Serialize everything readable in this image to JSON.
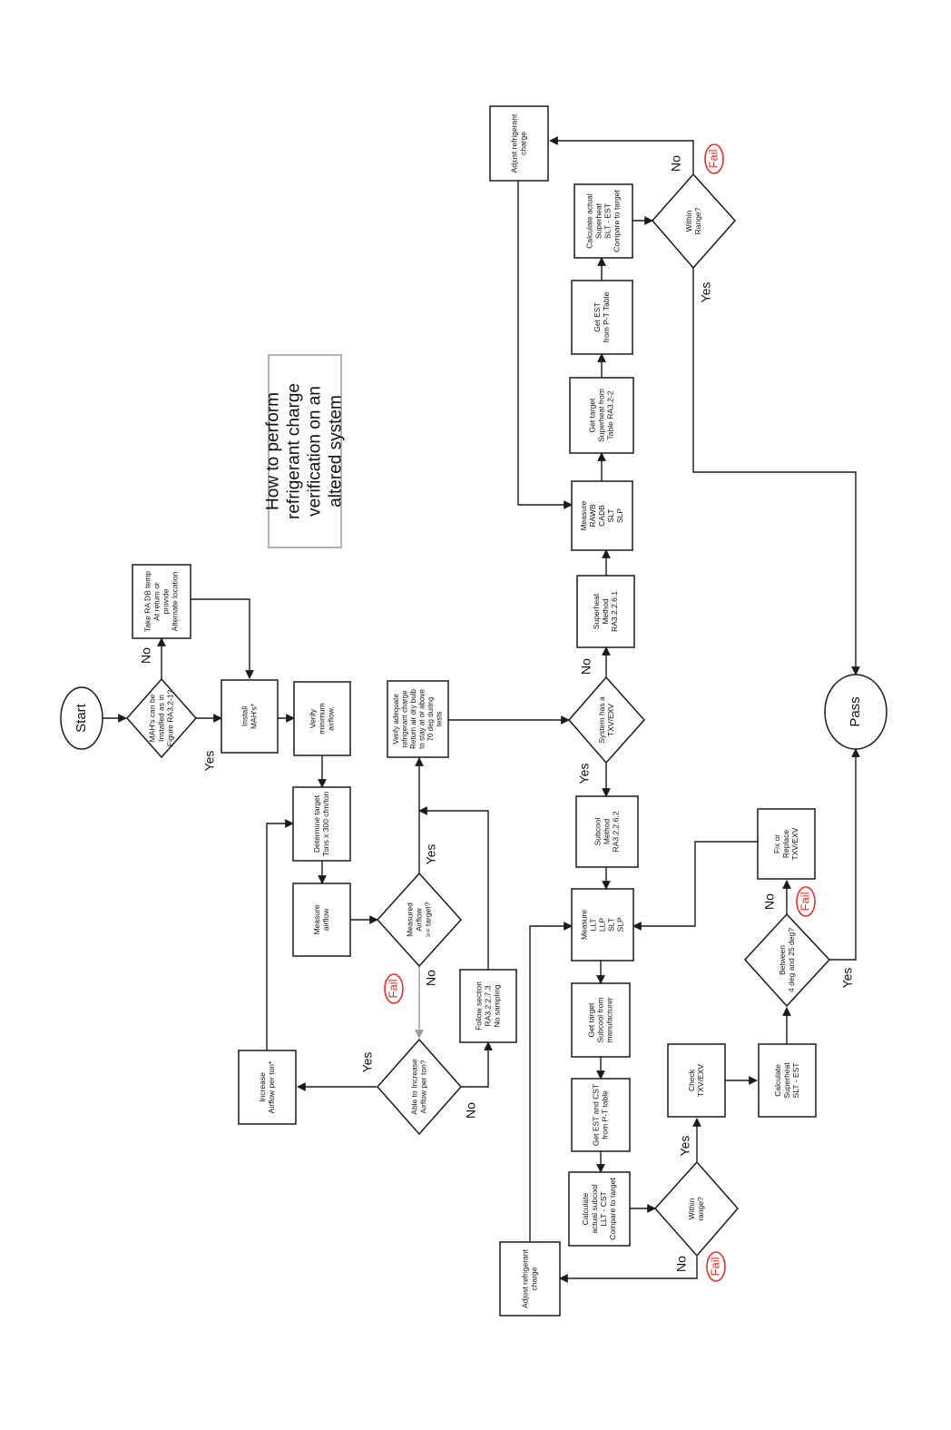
{
  "title": [
    "How to perform",
    "refrigerant charge",
    "verification on an",
    "altered system"
  ],
  "nodes": {
    "start": [
      "Start"
    ],
    "mah_question": [
      "MAH's can be",
      "Installed as in",
      "Figure RA3.2-1?"
    ],
    "take_ra_db": [
      "Take RA DB temp",
      "At return or",
      "provide",
      "Alternate location"
    ],
    "install_mah": [
      "Install",
      "MAH's*"
    ],
    "verify_min_airflow": [
      "Verify",
      "minimum",
      "airflow."
    ],
    "determine_target": [
      "Determine target",
      "Tons x 300 cfm/ton"
    ],
    "measure_airflow": [
      "Measure",
      "airflow"
    ],
    "measured_airflow_q": [
      "Measured",
      "Airflow",
      ">= target?"
    ],
    "increase_airflow": [
      "Increase",
      "Airflow per ton*"
    ],
    "able_increase_q": [
      "Able to Increase",
      "Airflow per ton?"
    ],
    "follow_section": [
      "Follow section",
      "RA3.2.2.7.3",
      "No sampling"
    ],
    "verify_charge": [
      "Verify adequate",
      "refrigerant charge",
      "Return air dry bulb",
      "to stay at or above",
      "70 deg during",
      "tests"
    ],
    "txv_q": [
      "System has a",
      "TXV/EXV"
    ],
    "superheat_method": [
      "Superheat",
      "Method",
      "RA3.2.2.6.1"
    ],
    "measure_rawb": [
      "Measure",
      "RAWB",
      "CADB",
      "SLT",
      "SLP"
    ],
    "get_target_superheat": [
      "Get target",
      "Superheat from",
      "Table RA3.2-2"
    ],
    "get_est": [
      "Get EST",
      "from P-T Table"
    ],
    "calc_superheat": [
      "Calculate actual",
      "Superheat",
      "SLT - EST",
      "Compare to target"
    ],
    "within_range_top": [
      "Within",
      "Range?"
    ],
    "adjust_charge_top": [
      "Adjust refrigerant",
      "charge"
    ],
    "pass": [
      "Pass"
    ],
    "subcool_method": [
      "Subcool",
      "Method",
      "RA3.2.2.6.2"
    ],
    "measure_llt": [
      "Measure",
      "LLT",
      "LLP",
      "SLT",
      "SLP"
    ],
    "get_target_subcool": [
      "Get target",
      "Subcool from",
      "manufacturer"
    ],
    "get_est_cst": [
      "Get EST and CST",
      "from P-T table"
    ],
    "calc_subcool": [
      "Calculate",
      "actual subcool",
      "LLT - CST",
      "Compare to target"
    ],
    "within_range_bottom": [
      "Within",
      "range?"
    ],
    "adjust_charge_bottom": [
      "Adjust refrigerant",
      "charge"
    ],
    "check_txv": [
      "Check",
      "TXV/EXV"
    ],
    "calc_superheat_sub": [
      "Calculate",
      "Superheat",
      "SLT - EST"
    ],
    "between_q": [
      "Between",
      "4 deg and 25 deg?"
    ],
    "fix_replace": [
      "Fix or",
      "Replace",
      "TXV/EXV"
    ]
  },
  "edge_labels": {
    "yes": "Yes",
    "no": "No",
    "fail": "Fail"
  }
}
